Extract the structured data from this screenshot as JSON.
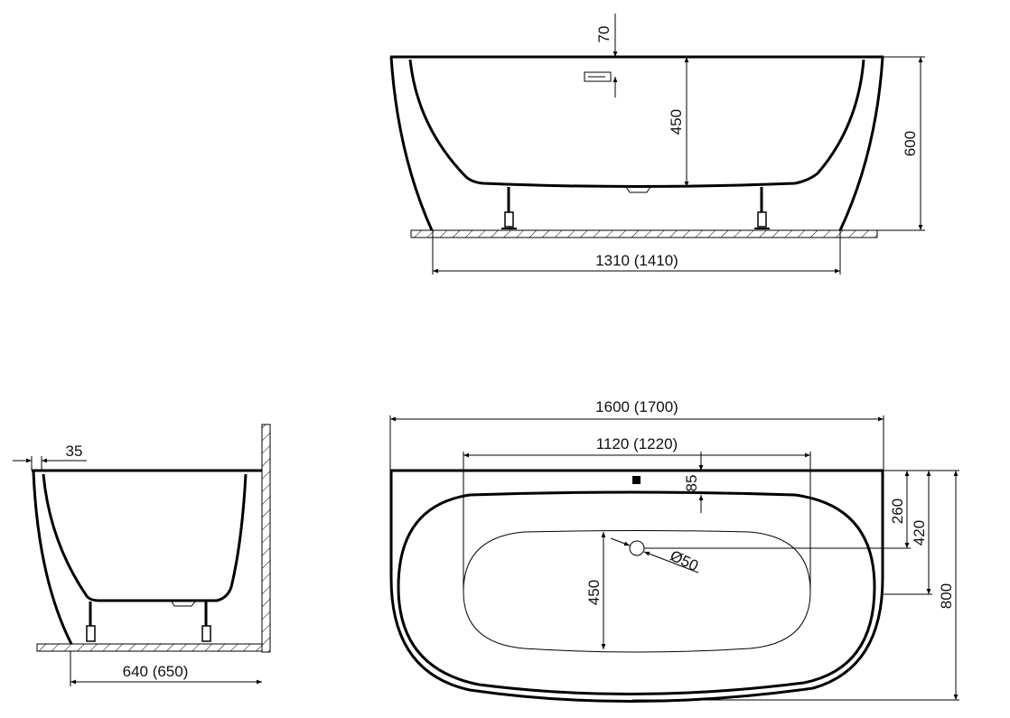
{
  "drawing": {
    "front_view": {
      "overflow_height": "70",
      "inner_depth": "450",
      "total_height": "600",
      "floor_length": "1310 (1410)"
    },
    "side_view": {
      "rim_offset": "35",
      "width": "640 (650)"
    },
    "top_view": {
      "total_length": "1600 (1700)",
      "inner_length": "1120 (1220)",
      "overflow_offset": "85",
      "drain_offset": "260",
      "wall_length": "420",
      "total_width": "800",
      "inner_width": "450",
      "drain_diameter": "Ø50"
    },
    "colors": {
      "line": "#000000",
      "background": "#ffffff"
    }
  }
}
